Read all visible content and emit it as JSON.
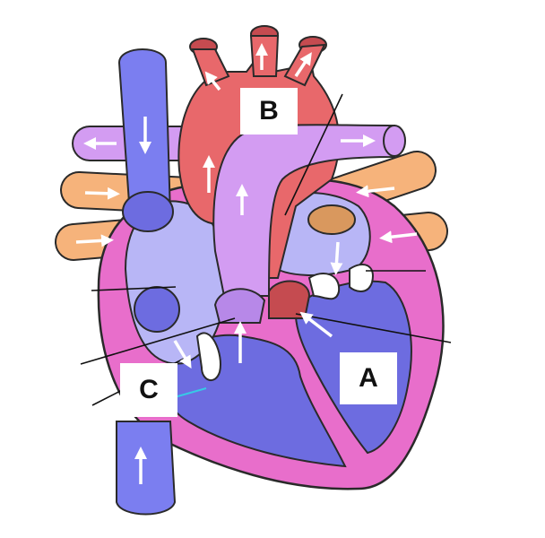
{
  "labels": {
    "a": "A",
    "b": "B",
    "c": "C"
  },
  "colors": {
    "aorta_red": "#e8686b",
    "vein_blue": "#7b7ef0",
    "artery_purple": "#d39cf2",
    "heart_pink": "#e86ecb",
    "right_chambers": "#b8b6f6",
    "left_chambers": "#6d6ce0",
    "pulmonary_vein_orange": "#f6b37b",
    "valve_white": "#ffffff",
    "outline": "#2a2a2a"
  },
  "icons": [
    "flow-arrow-icon"
  ]
}
